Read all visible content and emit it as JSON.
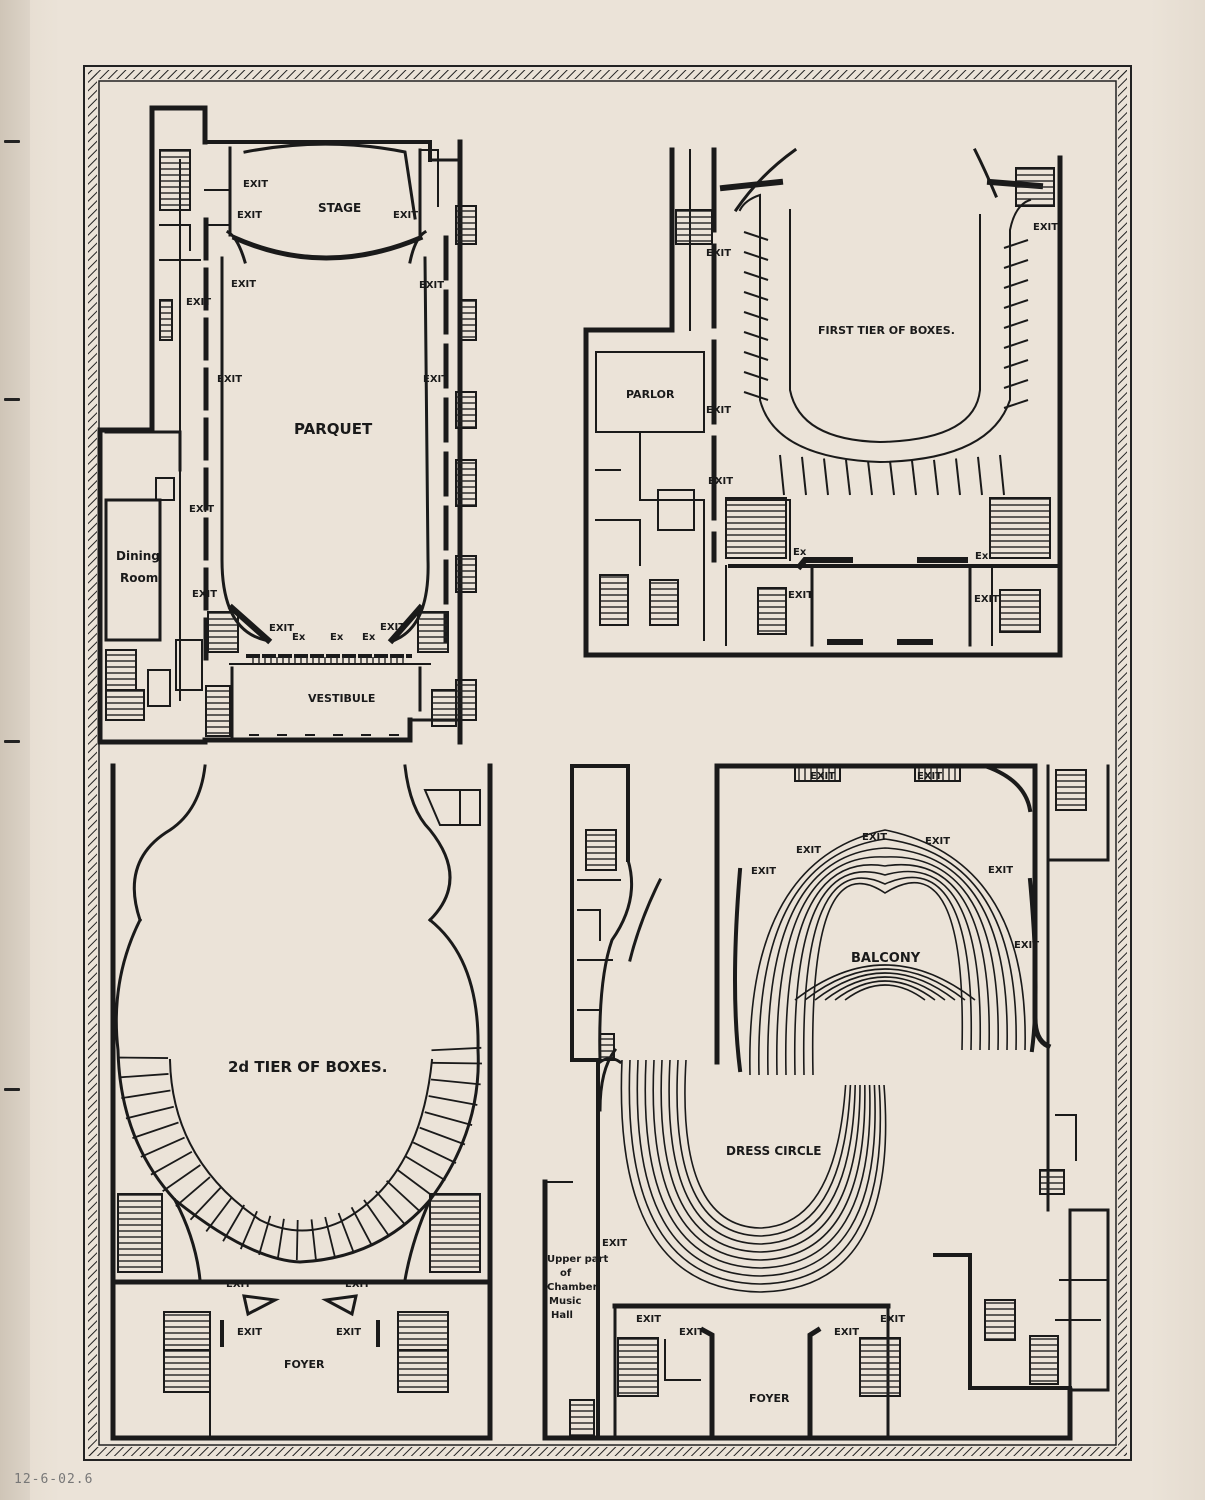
{
  "pencil_note": "12-6-02.6",
  "plans": {
    "parquet": {
      "title": "PARQUET",
      "stage": "STAGE",
      "vestibule": "VESTIBULE",
      "dining_room_line1": "Dining",
      "dining_room_line2": "Room",
      "exit": "EXIT",
      "ex": "Ex"
    },
    "first_tier": {
      "title": "FIRST TIER OF BOXES.",
      "parlor": "PARLOR",
      "exit": "EXIT",
      "ex": "Ex"
    },
    "second_tier": {
      "title": "2d TIER OF BOXES.",
      "foyer": "FOYER",
      "exit": "EXIT"
    },
    "balcony": {
      "title": "BALCONY",
      "dress_circle": "DRESS CIRCLE",
      "foyer": "FOYER",
      "exit": "EXIT",
      "chamber_line1": "Upper part",
      "chamber_line2": "of",
      "chamber_line3": "Chamber",
      "chamber_line4": "Music",
      "chamber_line5": "Hall"
    }
  },
  "colors": {
    "ink": "#1a1a1a",
    "paper": "#ebe3d8"
  }
}
